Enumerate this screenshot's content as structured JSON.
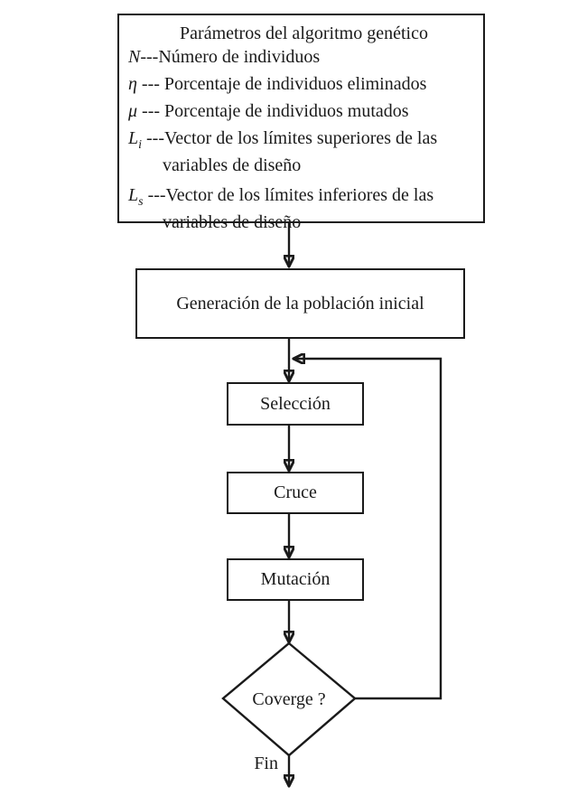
{
  "diagram": {
    "kind": "flowchart",
    "language": "es",
    "line_color": "#1a1a1a",
    "background_color": "#ffffff"
  },
  "params_box": {
    "title": "Parámetros del algoritmo genético",
    "items": [
      {
        "symbol": "N",
        "sub": "",
        "rest": "---Número de individuos",
        "rest2": ""
      },
      {
        "symbol": "η",
        "sub": "",
        "rest": " --- Porcentaje de individuos eliminados",
        "rest2": ""
      },
      {
        "symbol": "μ",
        "sub": "",
        "rest": " --- Porcentaje de individuos mutados",
        "rest2": ""
      },
      {
        "symbol": "L",
        "sub": "i",
        "rest": " ---Vector de los límites superiores de las",
        "rest2": "variables de diseño"
      },
      {
        "symbol": "L",
        "sub": "s",
        "rest": " ---Vector de los límites inferiores de las",
        "rest2": "variables de diseño"
      }
    ]
  },
  "nodes": {
    "generation": "Generación de la población inicial",
    "selection": "Selección",
    "crossover": "Cruce",
    "mutation": "Mutación",
    "decision": "Coverge ?",
    "end": "Fin"
  }
}
